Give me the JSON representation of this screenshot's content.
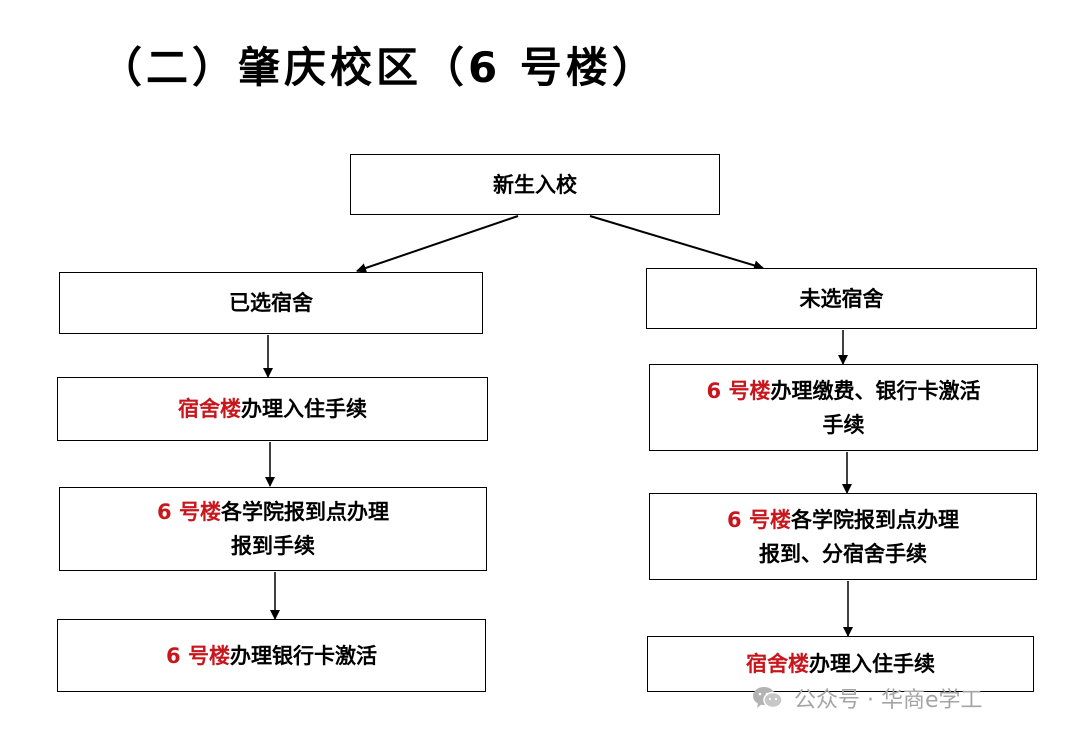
{
  "title": "（二）肇庆校区（6 号楼）",
  "nodes": {
    "start": {
      "line1": "新生入校"
    },
    "left1": {
      "line1": "已选宿舍"
    },
    "left2": {
      "line1_red": "宿舍楼",
      "line1_black": "办理入住手续"
    },
    "left3": {
      "line1_red": "6 号楼",
      "line1_black": "各学院报到点办理",
      "line2": "报到手续"
    },
    "left4": {
      "line1_red": "6 号楼",
      "line1_black": "办理银行卡激活"
    },
    "right1": {
      "line1": "未选宿舍"
    },
    "right2": {
      "line1_red": "6 号楼",
      "line1_black": "办理缴费、银行卡激活",
      "line2": "手续"
    },
    "right3": {
      "line1_red": "6 号楼",
      "line1_black": "各学院报到点办理",
      "line2": "报到、分宿舍手续"
    },
    "right4": {
      "line1_red": "宿舍楼",
      "line1_black": "办理入住手续"
    }
  },
  "colors": {
    "highlight": "#c8161d",
    "border": "#000000",
    "watermark": "#a5a5a5"
  },
  "watermark": {
    "icon": "wechat-icon",
    "text": "公众号 · 华商e学工"
  }
}
